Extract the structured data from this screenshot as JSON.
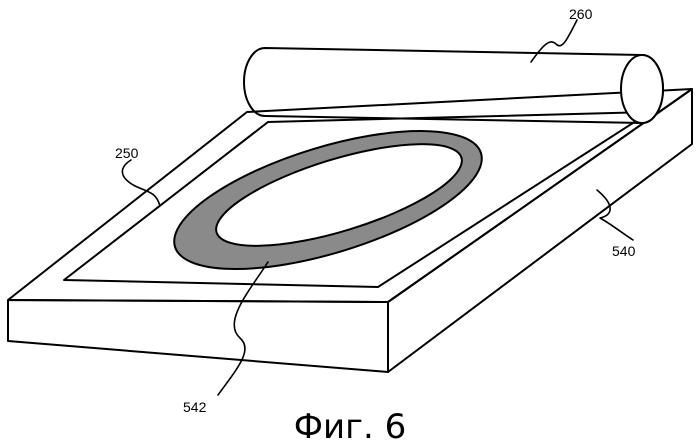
{
  "figure": {
    "caption": "Фиг. 6",
    "labels": {
      "roller": "260",
      "sheet_edge": "250",
      "base_plate": "540",
      "inner_region": "542"
    },
    "colors": {
      "line": "#000000",
      "background": "#ffffff",
      "ring_fill": "#8a8a8a",
      "surface_fill": "#ffffff"
    }
  }
}
